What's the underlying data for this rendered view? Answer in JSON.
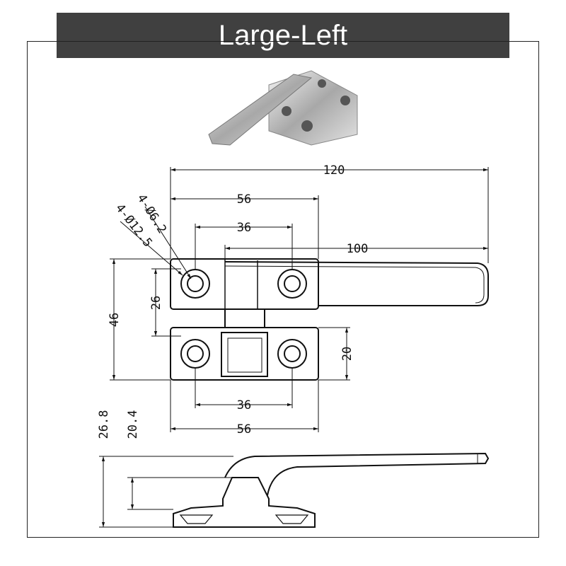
{
  "title": "Large-Left",
  "photo": {
    "icon": "window-latch-photo"
  },
  "dimensions": {
    "overall_length": "120",
    "base_width_top": "56",
    "hole_spacing_top": "36",
    "handle_length": "100",
    "base_height": "46",
    "lug_height": "26",
    "lower_block_height": "20",
    "hole_spacing_bottom": "36",
    "base_width_bottom": "56",
    "height_total": "26.8",
    "height_body": "20.4",
    "hole_small": "4-Ø6.2",
    "hole_large": "4-Ø12.5"
  }
}
